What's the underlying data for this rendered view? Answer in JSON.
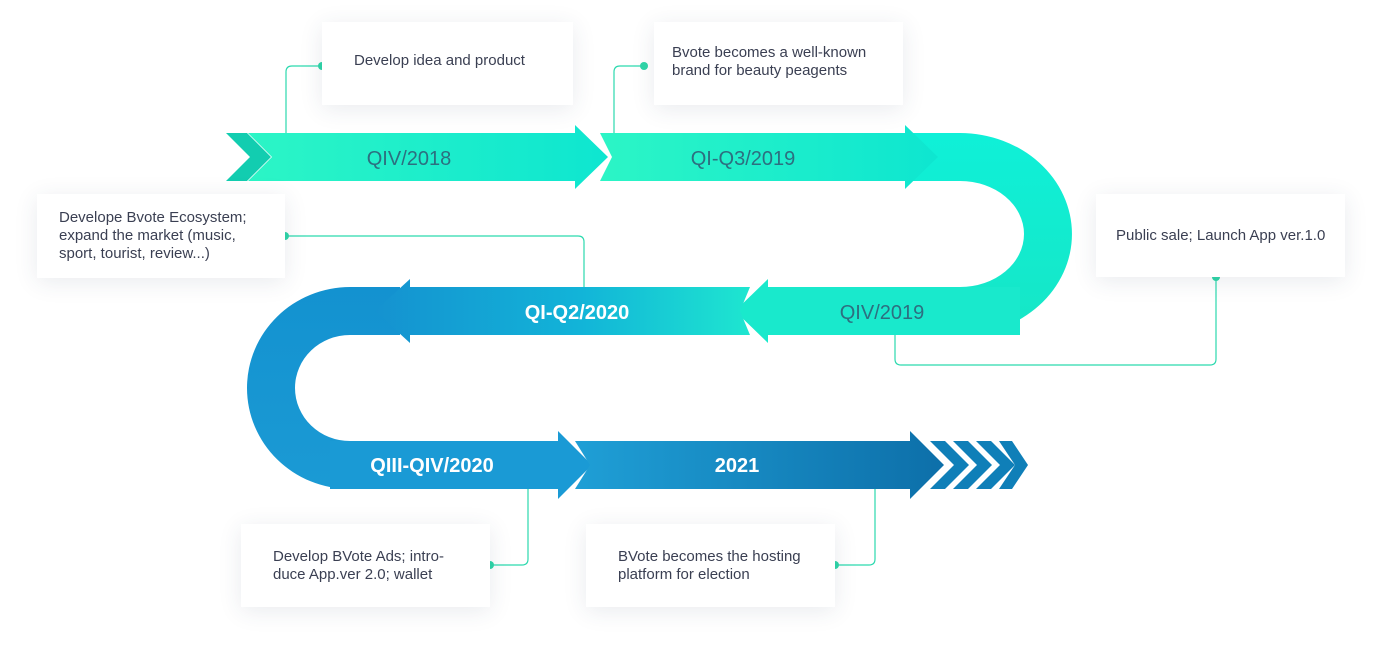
{
  "colors": {
    "teal_light": "#22f0c8",
    "teal": "#13d9c0",
    "blue_mid": "#1aa3d8",
    "blue_dark": "#0f7fb8",
    "connector": "#2bd9ae",
    "dot": "#2fd6a8",
    "card_text": "#3a3f52",
    "label_light": "#2d6f80",
    "label_bold": "#ffffff"
  },
  "phases": [
    {
      "id": "qiv-2018",
      "label": "QIV/2018"
    },
    {
      "id": "qi-q3-2019",
      "label": "QI-Q3/2019"
    },
    {
      "id": "qiv-2019",
      "label": "QIV/2019"
    },
    {
      "id": "qi-q2-2020",
      "label": "QI-Q2/2020"
    },
    {
      "id": "qiii-qiv-2020",
      "label": "QIII-QIV/2020"
    },
    {
      "id": "y2021",
      "label": "2021"
    }
  ],
  "milestones": [
    {
      "id": "develop-idea",
      "text": "Develop idea and product"
    },
    {
      "id": "brand",
      "text": "Bvote becomes a well-known brand for beauty peagents"
    },
    {
      "id": "ecosystem",
      "text": "Develope Bvote Ecosystem; expand the market (music, sport, tourist, review...)"
    },
    {
      "id": "public-sale",
      "text": "Public sale; Launch App ver.1.0"
    },
    {
      "id": "ads",
      "text": "Develop BVote Ads; intro-duce App.ver 2.0; wallet"
    },
    {
      "id": "hosting",
      "text": "BVote becomes the hosting platform for election"
    }
  ]
}
